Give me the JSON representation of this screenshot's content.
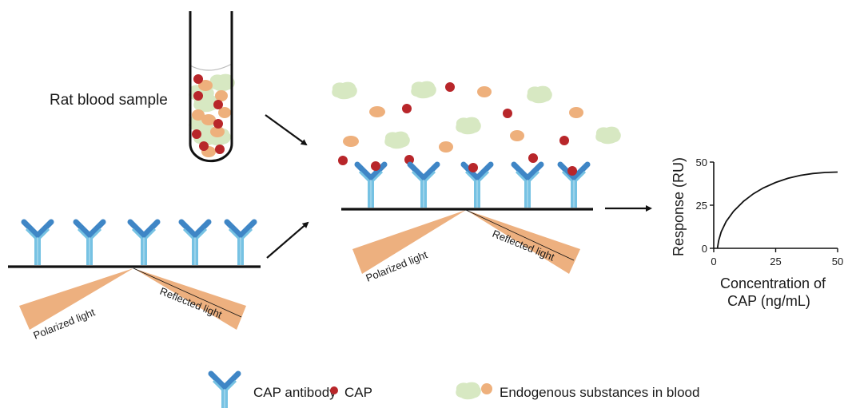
{
  "labels": {
    "sample": "Rat blood sample",
    "polarized": "Polarized light",
    "reflected": "Reflected light"
  },
  "colors": {
    "antibody_arm": "#3f86c6",
    "antibody_stem": "#76c2e3",
    "cap": "#b8262a",
    "endogenous_green": "#d7e8c2",
    "endogenous_orange": "#eeb07c",
    "light_beam": "#edb07f",
    "line": "#111111"
  },
  "legend": [
    {
      "icon": "antibody-icon",
      "label": "CAP antibody"
    },
    {
      "icon": "cap-molecule-icon",
      "label": "CAP"
    },
    {
      "icon": "endogenous-substance-icon",
      "label": "Endogenous substances in blood"
    }
  ],
  "panels": {
    "bare_sensor": {
      "antibody_count": 5
    },
    "bound_sensor": {
      "antibody_count": 5
    }
  },
  "chart_data": {
    "type": "line",
    "title": "",
    "xlabel": "Concentration of CAP (ng/mL)",
    "xlabel_lines": [
      "Concentration of",
      "CAP (ng/mL)"
    ],
    "ylabel": "Response (RU)",
    "xlim": [
      0,
      50
    ],
    "ylim": [
      0,
      50
    ],
    "xticks": [
      0,
      25,
      50
    ],
    "yticks": [
      0,
      25,
      50
    ],
    "grid": false,
    "series": [
      {
        "name": "binding curve",
        "x": [
          1.5,
          2,
          3,
          5,
          8,
          12,
          16,
          20,
          25,
          30,
          35,
          40,
          45,
          50
        ],
        "y": [
          0,
          4.5,
          9.5,
          15.5,
          21.5,
          27.2,
          31.6,
          35,
          38.2,
          40.6,
          42.3,
          43.4,
          44,
          44.2
        ]
      }
    ]
  }
}
